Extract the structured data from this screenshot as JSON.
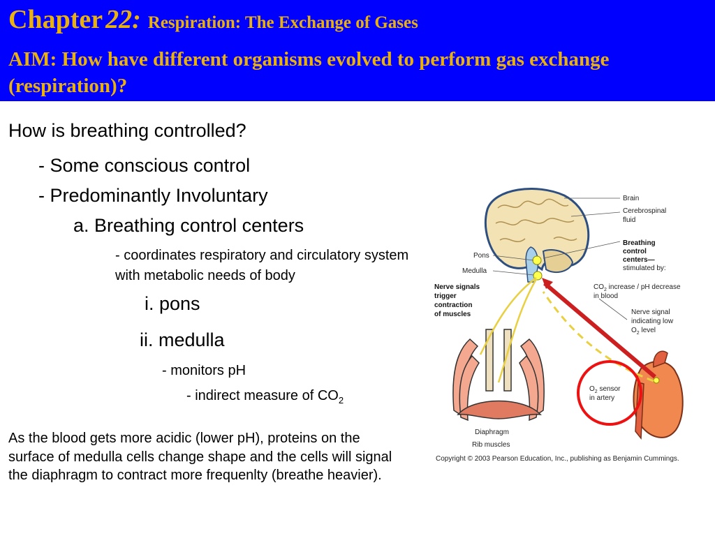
{
  "header": {
    "chapter": "Chapter",
    "chapter_number": "22:",
    "subtitle": "Respiration: The Exchange of Gases",
    "aim": "AIM: How have different organisms evolved to perform gas exchange (respiration)?"
  },
  "body": {
    "question": "How is breathing controlled?",
    "point1": "- Some conscious control",
    "point2": "- Predominantly Involuntary",
    "point3": "a. Breathing control centers",
    "point4": "- coordinates respiratory and circulatory system with metabolic needs of body",
    "point5": "i. pons",
    "point6": "ii. medulla",
    "point7": "- monitors pH",
    "point8": "- indirect measure of CO",
    "point8_sub": "2",
    "paragraph": "As the blood gets more acidic (lower pH), proteins on the surface of medulla cells change shape and the cells will signal the diaphragm to contract more frequenlty (breathe heavier)."
  },
  "figure": {
    "brain": "Brain",
    "csf_1": "Cerebrospinal",
    "csf_2": "fluid",
    "bcc_1": "Breathing",
    "bcc_2": "control",
    "bcc_3": "centers—",
    "stimulated": "stimulated by:",
    "pons": "Pons",
    "medulla": "Medulla",
    "nerve_1": "Nerve signals",
    "nerve_2": "trigger",
    "nerve_3": "contraction",
    "nerve_4": "of muscles",
    "co2_a": "CO",
    "co2_sub": "2",
    "co2_b": " increase / pH decrease",
    "co2_2": "in blood",
    "ns_1": "Nerve signal",
    "ns_2": "indicating low",
    "ns_3a": "O",
    "ns_3sub": "2",
    "ns_3b": " level",
    "o2_a": "O",
    "o2_sub": "2",
    "o2_b": " sensor",
    "o2_2": "in artery",
    "diaphragm": "Diaphragm",
    "rib_muscles": "Rib muscles",
    "copyright": "Copyright © 2003 Pearson Education, Inc., publishing as Benjamin Cummings."
  }
}
